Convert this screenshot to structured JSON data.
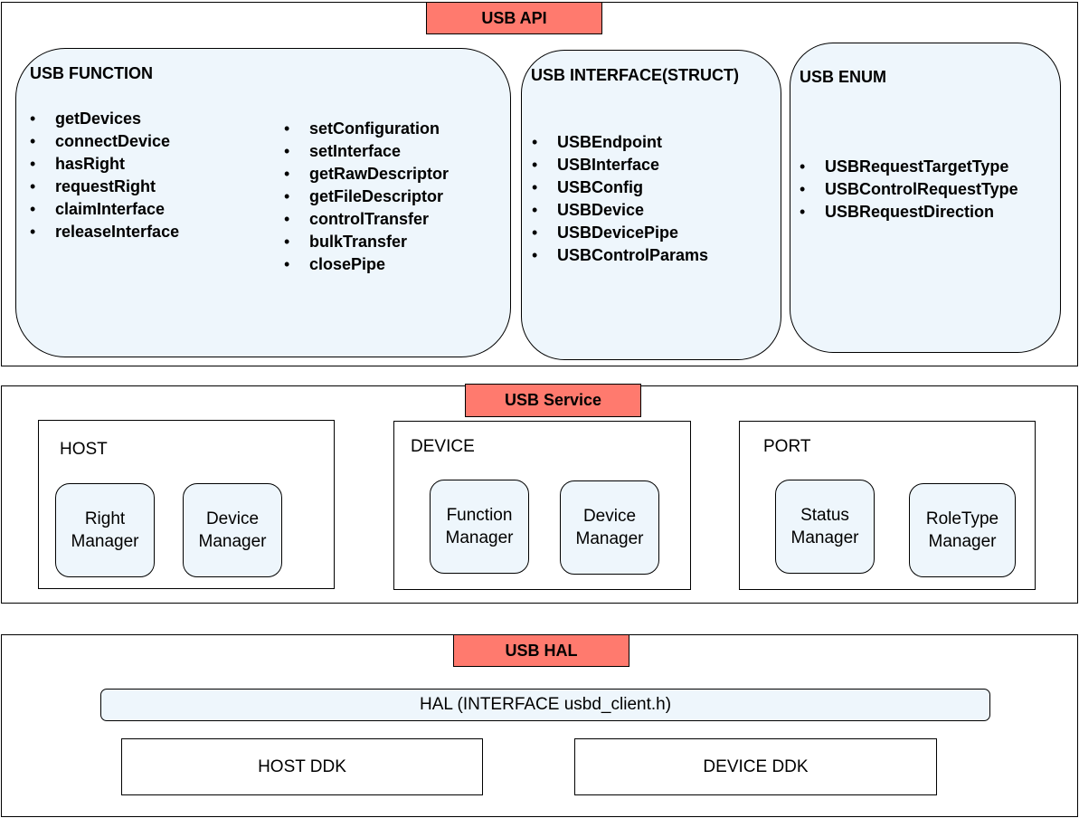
{
  "api": {
    "tag": "USB API",
    "function": {
      "title": "USB FUNCTION",
      "col1": [
        "getDevices",
        "connectDevice",
        "hasRight",
        "requestRight",
        "claimInterface",
        "releaseInterface"
      ],
      "col2": [
        "setConfiguration",
        "setInterface",
        "getRawDescriptor",
        "getFileDescriptor",
        "controlTransfer",
        "bulkTransfer",
        "closePipe"
      ]
    },
    "interface": {
      "title": "USB INTERFACE(STRUCT)",
      "items": [
        "USBEndpoint",
        "USBInterface",
        "USBConfig",
        "USBDevice",
        "USBDevicePipe",
        "USBControlParams"
      ]
    },
    "enum": {
      "title": "USB ENUM",
      "items": [
        "USBRequestTargetType",
        "USBControlRequestType",
        "USBRequestDirection"
      ]
    }
  },
  "service": {
    "tag": "USB Service",
    "host": {
      "title": "HOST",
      "managers": [
        "Right\nManager",
        "Device\nManager"
      ]
    },
    "device": {
      "title": "DEVICE",
      "managers": [
        "Function\nManager",
        "Device\nManager"
      ]
    },
    "port": {
      "title": "PORT",
      "managers": [
        "Status\nManager",
        "RoleType\nManager"
      ]
    }
  },
  "hal": {
    "tag": "USB HAL",
    "interface_bar": "HAL (INTERFACE usbd_client.h)",
    "host_ddk": "HOST DDK",
    "device_ddk": "DEVICE DDK"
  },
  "colors": {
    "tag_fill": "#ff7a6e",
    "box_fill": "#eef6fc",
    "border": "#000000"
  }
}
